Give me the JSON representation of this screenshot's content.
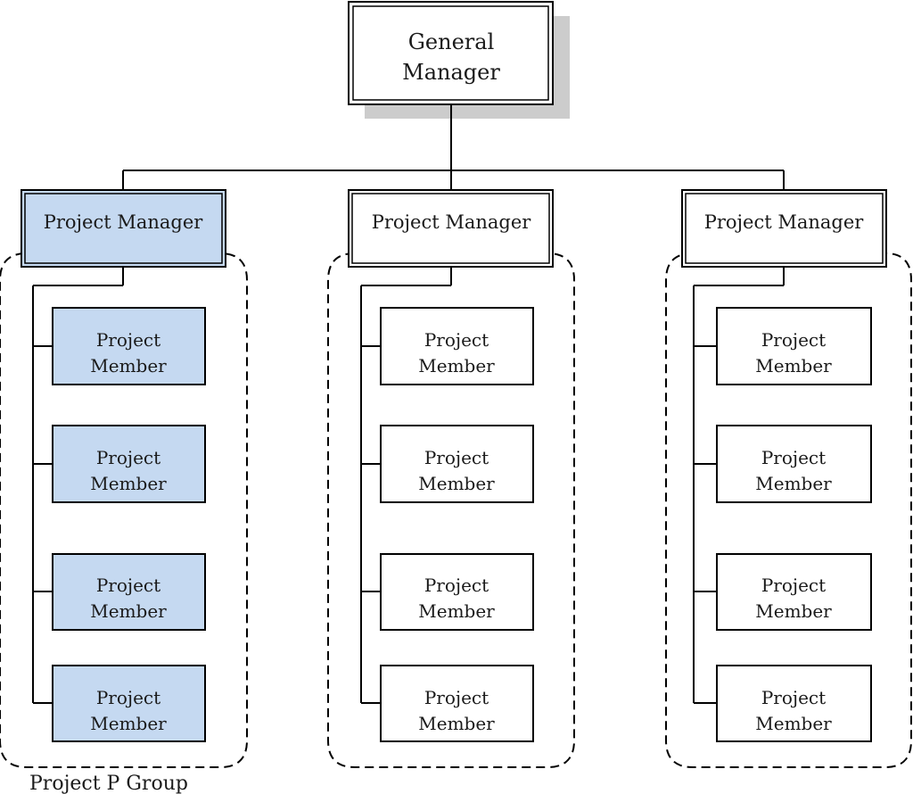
{
  "general_manager": {
    "lines": [
      "General",
      "Manager"
    ]
  },
  "groups": [
    {
      "manager": "Project Manager",
      "highlight": true,
      "members": [
        [
          "Project",
          "Member"
        ],
        [
          "Project",
          "Member"
        ],
        [
          "Project",
          "Member"
        ],
        [
          "Project",
          "Member"
        ]
      ]
    },
    {
      "manager": "Project Manager",
      "highlight": false,
      "members": [
        [
          "Project",
          "Member"
        ],
        [
          "Project",
          "Member"
        ],
        [
          "Project",
          "Member"
        ],
        [
          "Project",
          "Member"
        ]
      ]
    },
    {
      "manager": "Project Manager",
      "highlight": false,
      "members": [
        [
          "Project",
          "Member"
        ],
        [
          "Project",
          "Member"
        ],
        [
          "Project",
          "Member"
        ],
        [
          "Project",
          "Member"
        ]
      ]
    }
  ],
  "group_caption": "Project P Group",
  "colors": {
    "highlight_fill": "#c5d9f1",
    "shadow": "#cccccc",
    "stroke": "#000000"
  }
}
